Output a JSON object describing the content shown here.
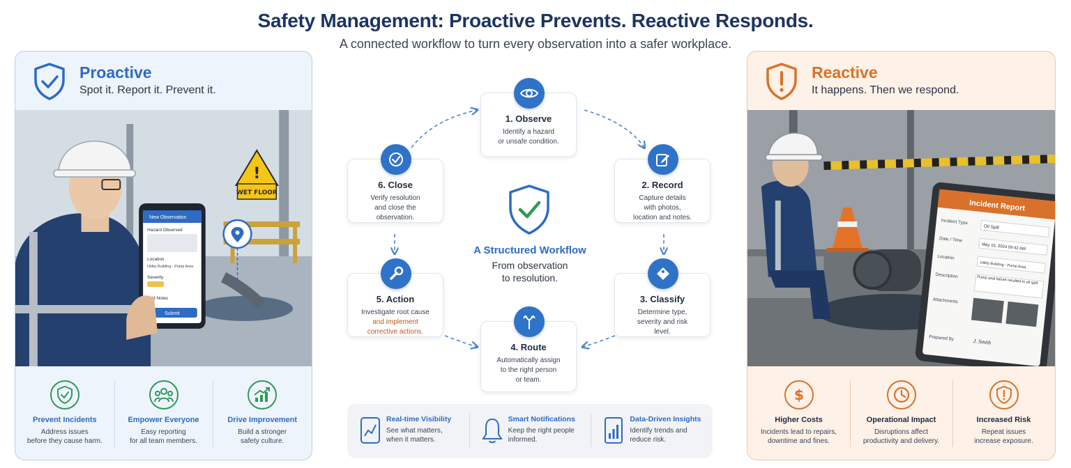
{
  "header": {
    "title": "Safety Management: Proactive Prevents. Reactive Responds.",
    "subtitle": "A connected workflow to turn every observation into a safer workplace."
  },
  "proactive": {
    "name": "Proactive",
    "tagline": "Spot it. Report it. Prevent it.",
    "illustration": {
      "sign_text": "WET FLOOR",
      "phone_header": "New Observation",
      "phone_field_1": "Hazard Observed",
      "phone_field_2": "Location",
      "phone_location": "Utility Building - Pump Area",
      "phone_field_3": "Severity",
      "phone_field_4": "Add Notes",
      "phone_button": "Submit"
    },
    "benefits": [
      {
        "title": "Prevent Incidents",
        "line1": "Address issues",
        "line2": "before they cause harm."
      },
      {
        "title": "Empower Everyone",
        "line1": "Easy reporting",
        "line2": "for all team members."
      },
      {
        "title": "Drive Improvement",
        "line1": "Build a stronger",
        "line2": "safety culture."
      }
    ]
  },
  "reactive": {
    "name": "Reactive",
    "tagline": "It happens. Then we respond.",
    "illustration": {
      "report_title": "Incident Report",
      "rows": [
        {
          "label": "Incident Type",
          "value": "Oil Spill"
        },
        {
          "label": "Date / Time",
          "value": "May 15, 2024  09:42 AM"
        },
        {
          "label": "Location",
          "value": "Utility Building - Pump Area"
        },
        {
          "label": "Description",
          "value": "Pump seal failure resulted in oil spill."
        },
        {
          "label": "Attachments",
          "value": ""
        },
        {
          "label": "Prepared By",
          "value": "J. Smith"
        }
      ]
    },
    "benefits": [
      {
        "title": "Higher Costs",
        "line1": "Incidents lead to repairs,",
        "line2": "downtime and fines."
      },
      {
        "title": "Operational Impact",
        "line1": "Disruptions affect",
        "line2": "productivity and delivery."
      },
      {
        "title": "Increased Risk",
        "line1": "Repeat issues",
        "line2": "increase exposure."
      }
    ]
  },
  "workflow": {
    "center_title": "A Structured Workflow",
    "center_line1": "From observation",
    "center_line2": "to resolution.",
    "steps": [
      {
        "title": "1. Observe",
        "line1": "Identify a hazard",
        "line2": "or unsafe condition.",
        "line3": "",
        "icon": "eye-icon"
      },
      {
        "title": "2. Record",
        "line1": "Capture details",
        "line2": "with photos,",
        "line3": "location and notes.",
        "icon": "edit-icon"
      },
      {
        "title": "3. Classify",
        "line1": "Determine type,",
        "line2": "severity and risk",
        "line3": "level.",
        "icon": "tag-icon"
      },
      {
        "title": "4. Route",
        "line1": "Automatically assign",
        "line2": "to the right person",
        "line3": "or team.",
        "icon": "route-icon"
      },
      {
        "title": "5. Action",
        "line1": "Investigate root cause",
        "line2": "and implement",
        "line3": "corrective actions.",
        "icon": "wrench-icon"
      },
      {
        "title": "6. Close",
        "line1": "Verify resolution",
        "line2": "and close the",
        "line3": "observation.",
        "icon": "check-icon"
      }
    ]
  },
  "features": [
    {
      "title": "Real-time Visibility",
      "line1": "See what matters,",
      "line2": "when it matters."
    },
    {
      "title": "Smart Notifications",
      "line1": "Keep the right people",
      "line2": "informed."
    },
    {
      "title": "Data-Driven Insights",
      "line1": "Identify trends and",
      "line2": "reduce risk."
    }
  ],
  "colors": {
    "proactive_blue": "#2d6bc4",
    "reactive_orange": "#d9712a",
    "navy_title": "#1d3461",
    "benefit_green": "#2e9a56",
    "step_icon_blue": "#2f73c9"
  }
}
